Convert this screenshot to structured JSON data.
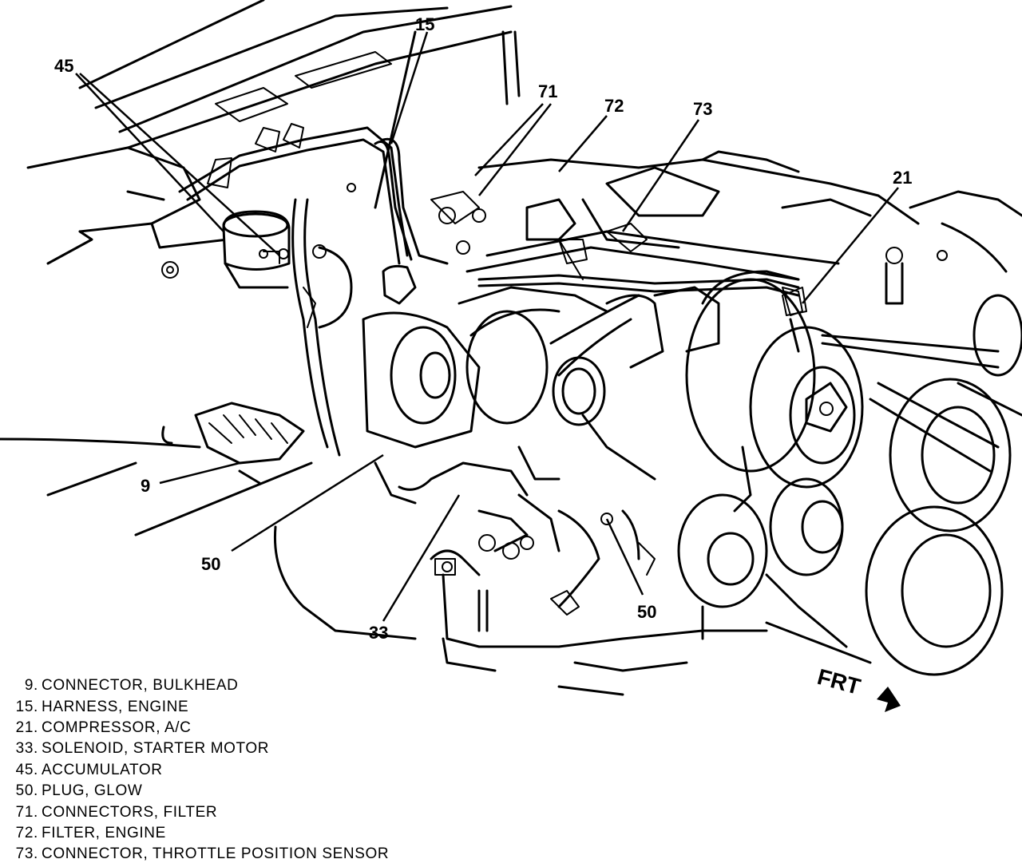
{
  "diagram": {
    "callouts": [
      "45",
      "15",
      "71",
      "72",
      "73",
      "21",
      "9",
      "50",
      "33",
      "50"
    ],
    "frt_label": "FRT"
  },
  "legend": [
    {
      "num": "9",
      "text": "CONNECTOR, BULKHEAD"
    },
    {
      "num": "15",
      "text": "HARNESS, ENGINE"
    },
    {
      "num": "21",
      "text": "COMPRESSOR, A/C"
    },
    {
      "num": "33",
      "text": "SOLENOID, STARTER MOTOR"
    },
    {
      "num": "45",
      "text": "ACCUMULATOR"
    },
    {
      "num": "50",
      "text": "PLUG, GLOW"
    },
    {
      "num": "71",
      "text": "CONNECTORS, FILTER"
    },
    {
      "num": "72",
      "text": "FILTER, ENGINE"
    },
    {
      "num": "73",
      "text": "CONNECTOR, THROTTLE POSITION SENSOR"
    }
  ]
}
